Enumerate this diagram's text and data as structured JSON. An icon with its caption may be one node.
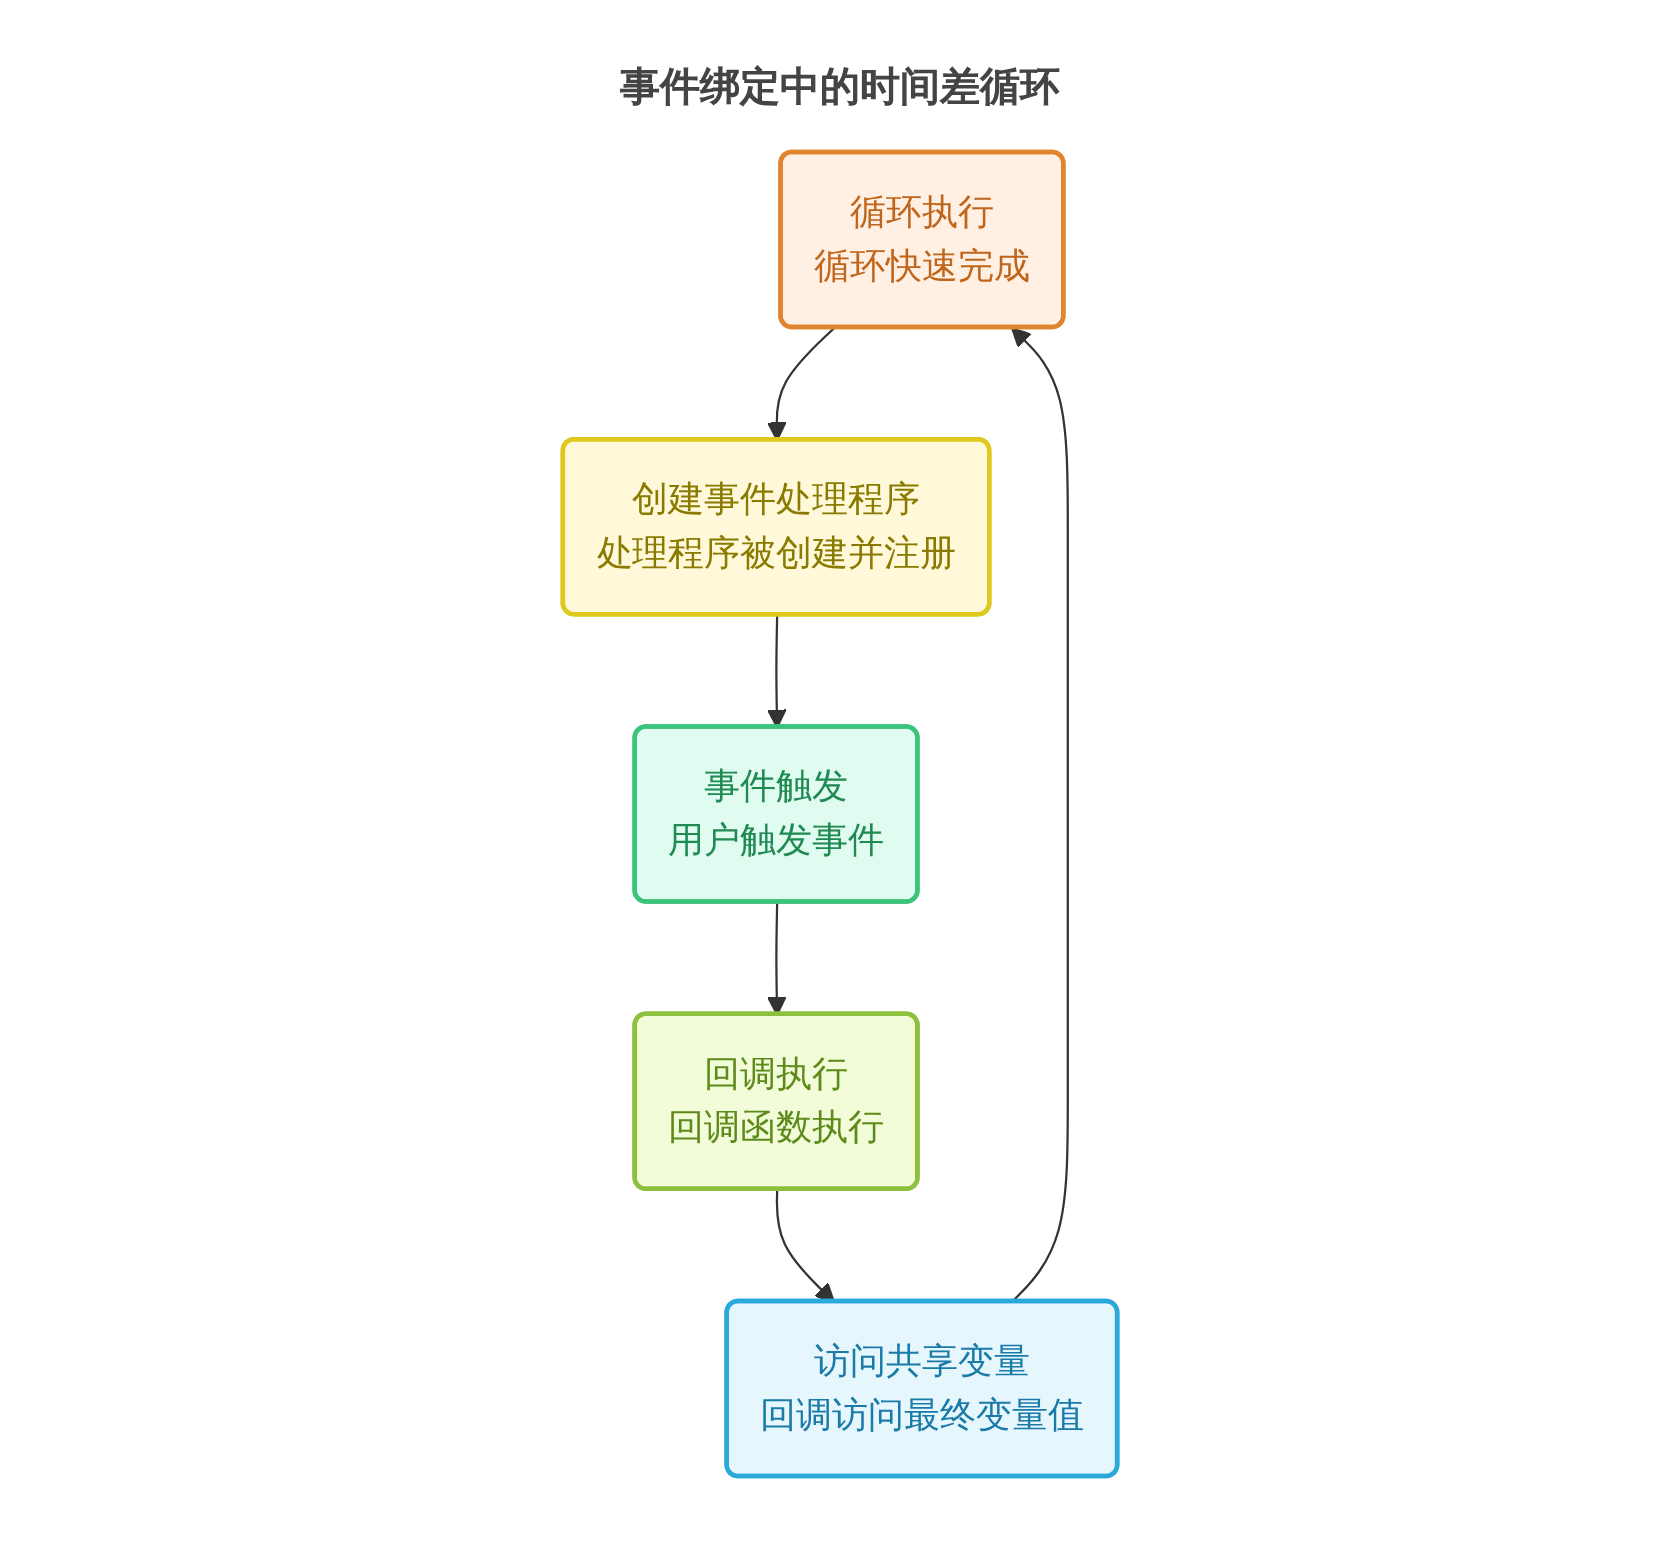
{
  "diagram": {
    "title": "事件绑定中的时间差循环",
    "nodes": [
      {
        "text": [
          "循环执行",
          "循环快速完成"
        ]
      },
      {
        "text": [
          "创建事件处理程序",
          "处理程序被创建并注册"
        ]
      },
      {
        "text": [
          "事件触发",
          "用户触发事件"
        ]
      },
      {
        "text": [
          "回调执行",
          "回调函数执行"
        ]
      },
      {
        "text": [
          "访问共享变量",
          "回调访问最终变量值"
        ]
      }
    ],
    "edges": [
      {
        "from": 0,
        "to": 1,
        "arrow": "to"
      },
      {
        "from": 1,
        "to": 2,
        "arrow": "to"
      },
      {
        "from": 2,
        "to": 3,
        "arrow": "to"
      },
      {
        "from": 3,
        "to": 4,
        "arrow": "to"
      },
      {
        "from": 4,
        "to": 0,
        "arrow": "to"
      }
    ]
  }
}
